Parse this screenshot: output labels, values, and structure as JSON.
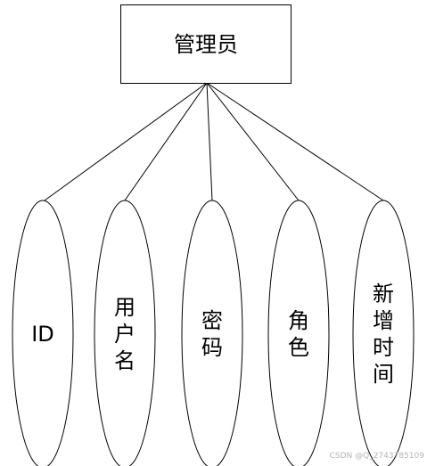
{
  "entity": {
    "name": "管理员"
  },
  "attributes": [
    {
      "lines": [
        "ID"
      ]
    },
    {
      "lines": [
        "用",
        "户",
        "名"
      ]
    },
    {
      "lines": [
        "密",
        "码"
      ]
    },
    {
      "lines": [
        "角",
        "色"
      ]
    },
    {
      "lines": [
        "新",
        "增",
        "时",
        "间"
      ]
    }
  ],
  "watermark": "CSDN @Q_2743785109"
}
